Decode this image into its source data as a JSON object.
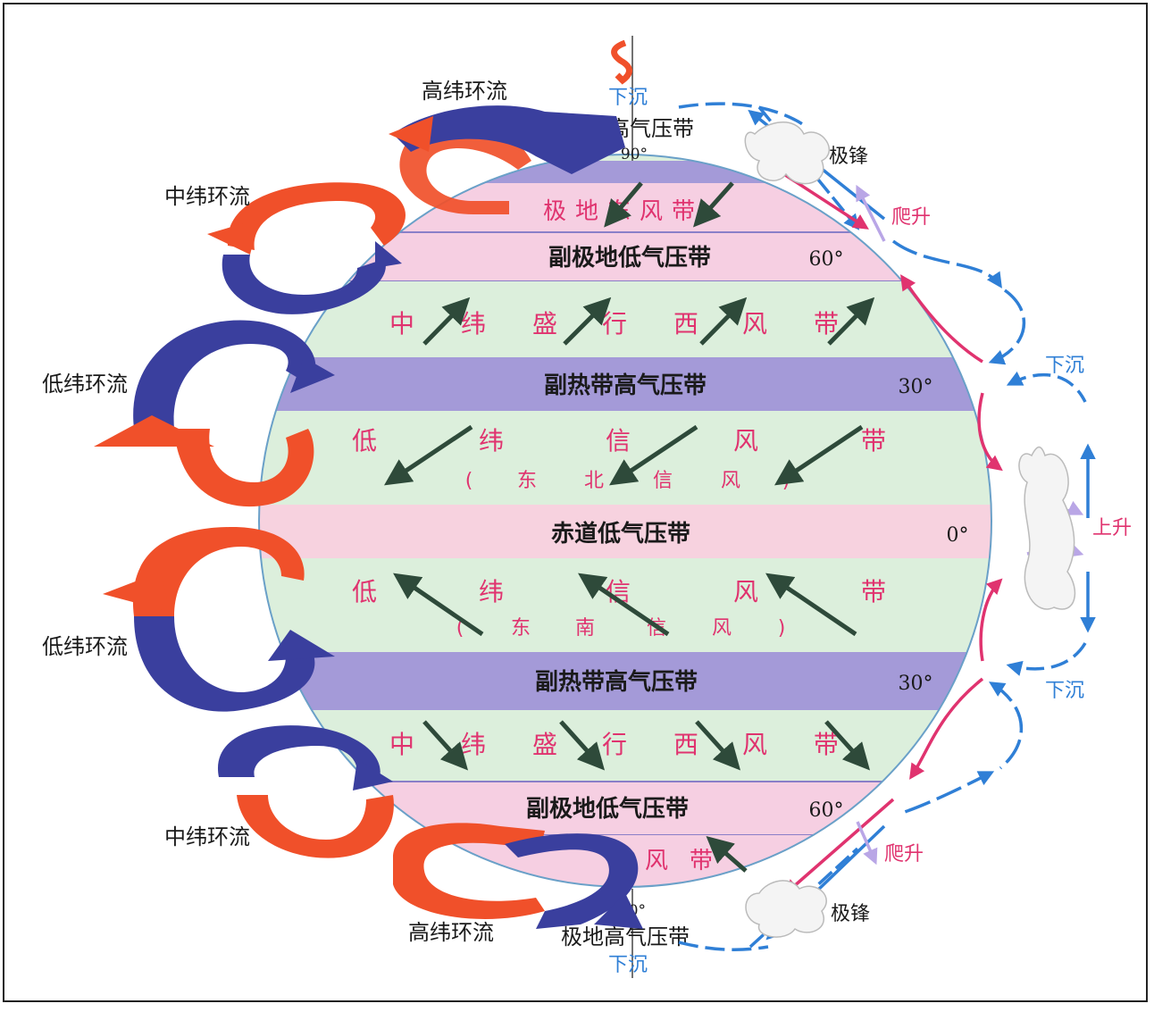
{
  "belts": [
    {
      "id": "polar-high-n",
      "label": "极地高气压带"
    },
    {
      "id": "polar-easterlies-n",
      "label": "极地东风带"
    },
    {
      "id": "subpolar-low-n",
      "label": "副极地低气压带",
      "lat": "60°"
    },
    {
      "id": "westerlies-n",
      "chars": [
        "中",
        "纬",
        "盛",
        "行",
        "西",
        "风",
        "带"
      ]
    },
    {
      "id": "subtropical-high-n",
      "label": "副热带高气压带",
      "lat": "30°"
    },
    {
      "id": "trades-n",
      "chars": [
        "低",
        "纬",
        "信",
        "风",
        "带"
      ],
      "sub": [
        "(",
        "东",
        "北",
        "信",
        "风",
        ")"
      ]
    },
    {
      "id": "equator",
      "label": "赤道低气压带",
      "lat": "0°"
    },
    {
      "id": "trades-s",
      "chars": [
        "低",
        "纬",
        "信",
        "风",
        "带"
      ],
      "sub": [
        "(",
        "东",
        "南",
        "信",
        "风",
        ")"
      ]
    },
    {
      "id": "subtropical-high-s",
      "label": "副热带高气压带",
      "lat": "30°"
    },
    {
      "id": "westerlies-s",
      "chars": [
        "中",
        "纬",
        "盛",
        "行",
        "西",
        "风",
        "带"
      ]
    },
    {
      "id": "subpolar-low-s",
      "label": "副极地低气压带",
      "lat": "60°"
    },
    {
      "id": "polar-easterlies-s",
      "chars": [
        "风",
        "带"
      ]
    },
    {
      "id": "polar-high-s",
      "label": "极地高气压带"
    }
  ],
  "pole_lat": "90°",
  "cells": {
    "high_n": "高纬环流",
    "mid_n": "中纬环流",
    "low_n": "低纬环流",
    "low_s": "低纬环流",
    "mid_s": "中纬环流",
    "high_s": "高纬环流"
  },
  "right_labels": {
    "polar_front": "极锋",
    "climb": "爬升",
    "sink": "下沉",
    "rise": "上升"
  },
  "top_sink": "下沉",
  "bottom_sink": "下沉",
  "colors": {
    "cell_red": "#f0502a",
    "cell_blue": "#3a3f9e",
    "pink_band": "#f6cfe2",
    "purple_band": "#a49ad8",
    "green_band": "#dcefdc",
    "equator_band": "#f7d2df",
    "wind_arrow": "#2e4a3a",
    "label_pink": "#e0336f",
    "label_blue": "#2f7fd6"
  }
}
